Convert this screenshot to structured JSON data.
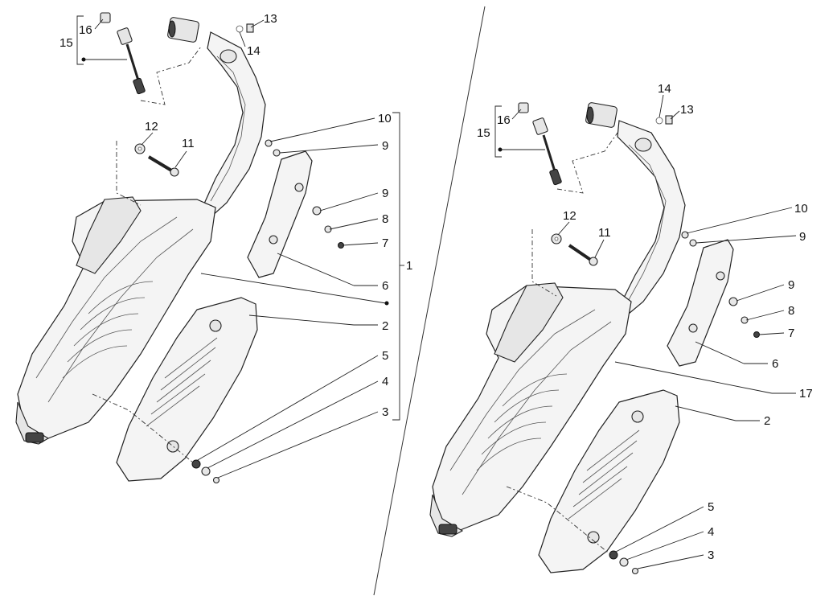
{
  "left_view": {
    "callouts": {
      "c1": "1",
      "c2": "2",
      "c3": "3",
      "c4": "4",
      "c5": "5",
      "c6": "6",
      "c7": "7",
      "c8": "8",
      "c9a": "9",
      "c9b": "9",
      "c10": "10",
      "c11": "11",
      "c12": "12",
      "c13": "13",
      "c14": "14",
      "c15": "15",
      "c16": "16"
    }
  },
  "right_view": {
    "callouts": {
      "c2": "2",
      "c3": "3",
      "c4": "4",
      "c5": "5",
      "c6": "6",
      "c7": "7",
      "c8": "8",
      "c9a": "9",
      "c9b": "9",
      "c10": "10",
      "c11": "11",
      "c12": "12",
      "c13": "13",
      "c14": "14",
      "c15": "15",
      "c16": "16",
      "c17": "17"
    }
  }
}
